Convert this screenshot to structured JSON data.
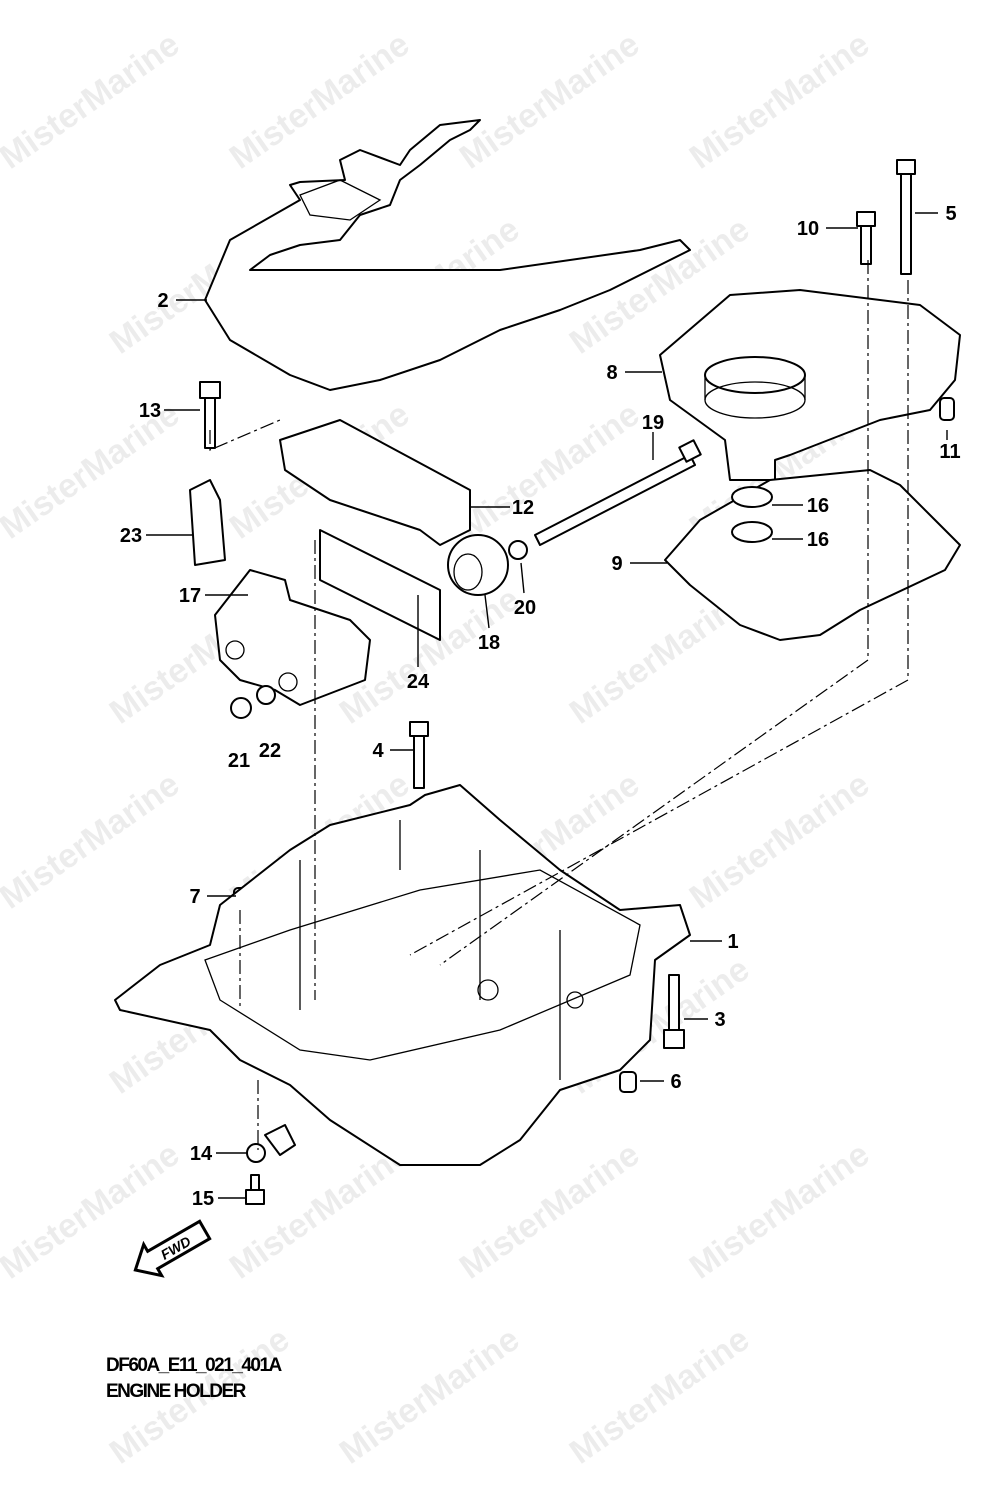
{
  "diagram": {
    "code": "DF60A_E11_021_401A",
    "title": "ENGINE HOLDER",
    "direction_label": "FWD",
    "watermark": "MisterMarine",
    "callouts": [
      {
        "id": "c1",
        "label": "1"
      },
      {
        "id": "c2",
        "label": "2"
      },
      {
        "id": "c3",
        "label": "3"
      },
      {
        "id": "c4",
        "label": "4"
      },
      {
        "id": "c5",
        "label": "5"
      },
      {
        "id": "c6",
        "label": "6"
      },
      {
        "id": "c7",
        "label": "7"
      },
      {
        "id": "c8",
        "label": "8"
      },
      {
        "id": "c9",
        "label": "9"
      },
      {
        "id": "c10",
        "label": "10"
      },
      {
        "id": "c11",
        "label": "11"
      },
      {
        "id": "c12",
        "label": "12"
      },
      {
        "id": "c13",
        "label": "13"
      },
      {
        "id": "c14",
        "label": "14"
      },
      {
        "id": "c15",
        "label": "15"
      },
      {
        "id": "c16a",
        "label": "16"
      },
      {
        "id": "c16b",
        "label": "16"
      },
      {
        "id": "c17",
        "label": "17"
      },
      {
        "id": "c18",
        "label": "18"
      },
      {
        "id": "c19",
        "label": "19"
      },
      {
        "id": "c20",
        "label": "20"
      },
      {
        "id": "c21",
        "label": "21"
      },
      {
        "id": "c22",
        "label": "22"
      },
      {
        "id": "c23",
        "label": "23"
      },
      {
        "id": "c24",
        "label": "24"
      }
    ]
  }
}
